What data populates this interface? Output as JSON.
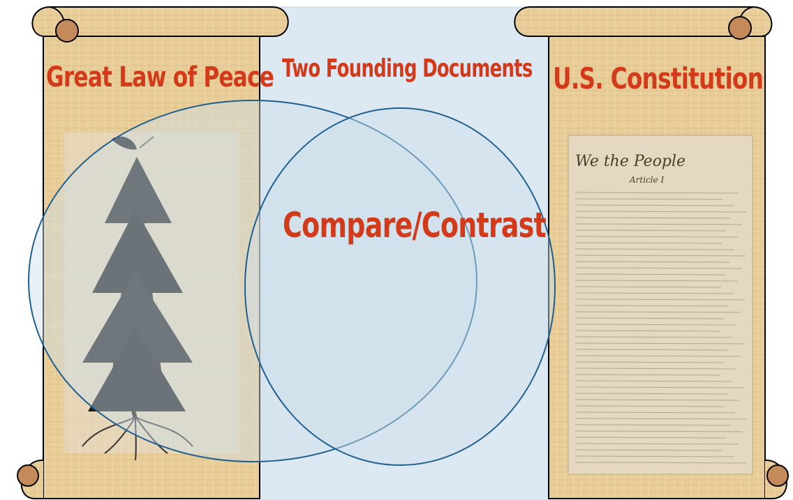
{
  "left_scroll": {
    "title": "Great Law of Peace",
    "image": "pine-tree-illustration"
  },
  "right_scroll": {
    "title": "U.S. Constitution",
    "image": "constitution-document",
    "document_heading": "We the People",
    "document_subheading": "Article I"
  },
  "center_panel": {
    "title": "Two Founding Documents"
  },
  "venn": {
    "overlap_label": "Compare/Contrast"
  },
  "colors": {
    "title_text": "#d33a1a",
    "parchment": "#e9cf9c",
    "center_panel": "#dce8f2",
    "circle_stroke": "#1f5f8f",
    "scroll_curl": "#c58a5a"
  }
}
